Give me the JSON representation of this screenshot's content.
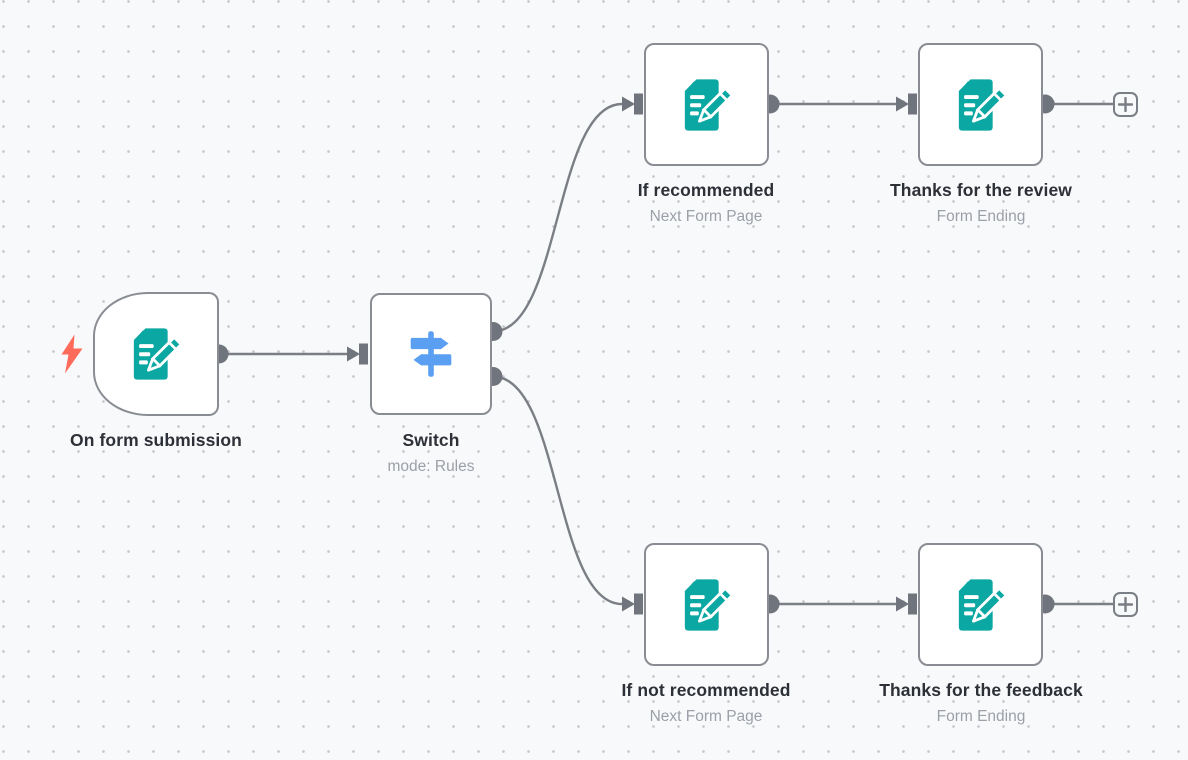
{
  "canvas": {
    "background_color": "#f8f9fb",
    "grid_dot_color": "#c6c8cc",
    "wire_color": "#7a7e85",
    "node_border_color": "#898c92",
    "node_background": "#ffffff",
    "title_color": "#2e3038",
    "subtitle_color": "#9b9fa7"
  },
  "icon_colors": {
    "form_icon_teal": "#0ba7a2",
    "switch_icon_blue": "#5b9ff2",
    "trigger_bolt_coral": "#ff6b5a",
    "plus_icon_gray": "#7a7e85"
  },
  "nodes": [
    {
      "title": "On form submission",
      "subtitle": "",
      "icon": "form-pencil-icon",
      "kind": "trigger"
    },
    {
      "title": "Switch",
      "subtitle": "mode: Rules",
      "icon": "signpost-icon",
      "kind": "switch"
    },
    {
      "title": "If recommended",
      "subtitle": "Next Form Page",
      "icon": "form-pencil-icon",
      "kind": "form-page"
    },
    {
      "title": "Thanks for the review",
      "subtitle": "Form Ending",
      "icon": "form-pencil-icon",
      "kind": "form-ending"
    },
    {
      "title": "If not recommended",
      "subtitle": "Next Form Page",
      "icon": "form-pencil-icon",
      "kind": "form-page"
    },
    {
      "title": "Thanks for the feedback",
      "subtitle": "Form Ending",
      "icon": "form-pencil-icon",
      "kind": "form-ending"
    }
  ],
  "connections": [
    {
      "from": "On form submission",
      "to": "Switch"
    },
    {
      "from": "Switch (output 1)",
      "to": "If recommended"
    },
    {
      "from": "Switch (output 2)",
      "to": "If not recommended"
    },
    {
      "from": "If recommended",
      "to": "Thanks for the review"
    },
    {
      "from": "If not recommended",
      "to": "Thanks for the feedback"
    }
  ],
  "add_buttons": [
    {
      "attached_to": "Thanks for the review"
    },
    {
      "attached_to": "Thanks for the feedback"
    }
  ]
}
